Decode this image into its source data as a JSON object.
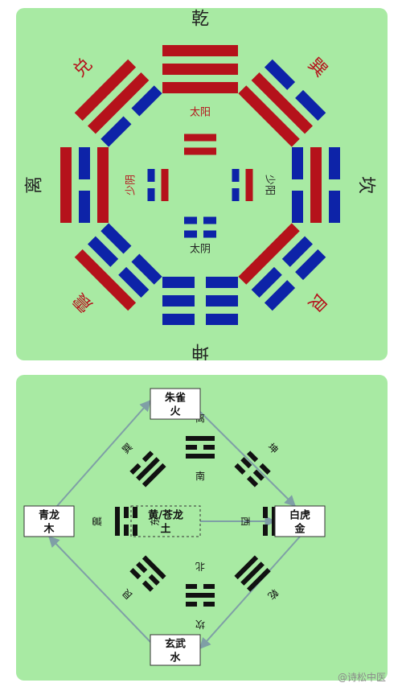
{
  "top": {
    "trigrams": [
      {
        "key": "qian",
        "name": "乾",
        "lines": [
          1,
          1,
          1
        ],
        "angle": 0
      },
      {
        "key": "xun",
        "name": "巽",
        "lines": [
          1,
          1,
          0
        ],
        "angle": 45
      },
      {
        "key": "kan",
        "name": "坎",
        "lines": [
          0,
          1,
          0
        ],
        "angle": 90
      },
      {
        "key": "gen",
        "name": "艮",
        "lines": [
          1,
          0,
          0
        ],
        "angle": 135
      },
      {
        "key": "kun",
        "name": "坤",
        "lines": [
          0,
          0,
          0
        ],
        "angle": 180
      },
      {
        "key": "zhen",
        "name": "震",
        "lines": [
          0,
          0,
          1
        ],
        "angle": 225
      },
      {
        "key": "li",
        "name": "离",
        "lines": [
          1,
          0,
          1
        ],
        "angle": 270
      },
      {
        "key": "dui",
        "name": "兑",
        "lines": [
          0,
          1,
          1
        ],
        "angle": 315
      }
    ],
    "symbols": {
      "taiyang": {
        "name": "太阳",
        "lines": [
          1,
          1
        ]
      },
      "shaoyin": {
        "name": "少阴",
        "lines": [
          1,
          0
        ]
      },
      "shaoyang": {
        "name": "少阳",
        "lines": [
          0,
          1
        ]
      },
      "taiyin": {
        "name": "太阴",
        "lines": [
          0,
          0
        ]
      }
    },
    "colors": {
      "yang": "#b5121b",
      "yin": "#0d23a8",
      "red_text": "#b5121b",
      "dark_text": "#222222"
    }
  },
  "bottom": {
    "boxes": {
      "north": {
        "line1": "朱雀",
        "line2": "火"
      },
      "west": {
        "line1": "青龙",
        "line2": "木"
      },
      "center": {
        "line1": "黄/苍龙",
        "line2": "土"
      },
      "east": {
        "line1": "白虎",
        "line2": "金"
      },
      "south": {
        "line1": "玄武",
        "line2": "水"
      }
    },
    "trigrams": [
      {
        "key": "li",
        "name": "离",
        "dir": "南",
        "lines": [
          1,
          0,
          1
        ],
        "angle": 0
      },
      {
        "key": "kun",
        "name": "坤",
        "dir": "",
        "lines": [
          0,
          0,
          0
        ],
        "angle": 45
      },
      {
        "key": "dui",
        "name": "兑",
        "dir": "西",
        "lines": [
          0,
          1,
          1
        ],
        "angle": 90
      },
      {
        "key": "qian",
        "name": "乾",
        "dir": "",
        "lines": [
          1,
          1,
          1
        ],
        "angle": 135
      },
      {
        "key": "kan",
        "name": "坎",
        "dir": "北",
        "lines": [
          0,
          1,
          0
        ],
        "angle": 180
      },
      {
        "key": "gen",
        "name": "艮",
        "dir": "",
        "lines": [
          1,
          0,
          0
        ],
        "angle": 225
      },
      {
        "key": "zhen",
        "name": "震",
        "dir": "东",
        "lines": [
          0,
          0,
          1
        ],
        "angle": 270
      },
      {
        "key": "xun",
        "name": "巽",
        "dir": "",
        "lines": [
          1,
          1,
          0
        ],
        "angle": 315
      }
    ],
    "colors": {
      "line": "#111111",
      "arrow": "#7f9fa6",
      "box_fill": "#ffffff"
    }
  },
  "watermark": "@诗松中医"
}
